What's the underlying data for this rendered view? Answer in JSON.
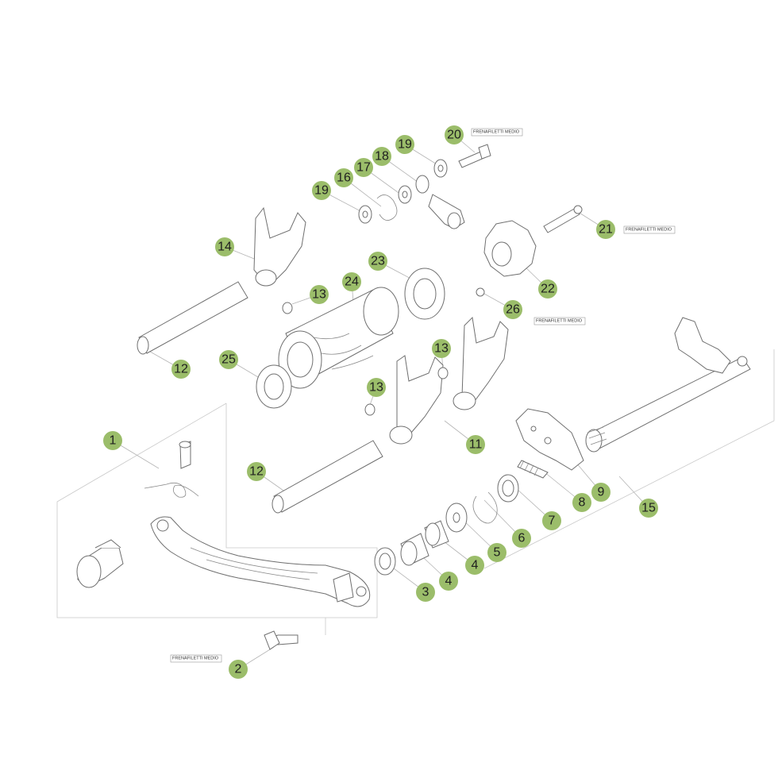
{
  "diagram": {
    "callouts": [
      "1",
      "2",
      "3",
      "4",
      "4",
      "5",
      "6",
      "7",
      "8",
      "9",
      "11",
      "12",
      "12",
      "13",
      "13",
      "13",
      "14",
      "15",
      "16",
      "17",
      "18",
      "19",
      "19",
      "20",
      "21",
      "22",
      "23",
      "24",
      "25",
      "26"
    ],
    "note_label": "FRENAFILETTI MEDIO",
    "colors": {
      "callout_fill": "#9bbd6a",
      "line_color": "#6f6f6f",
      "background": "#ffffff"
    }
  }
}
